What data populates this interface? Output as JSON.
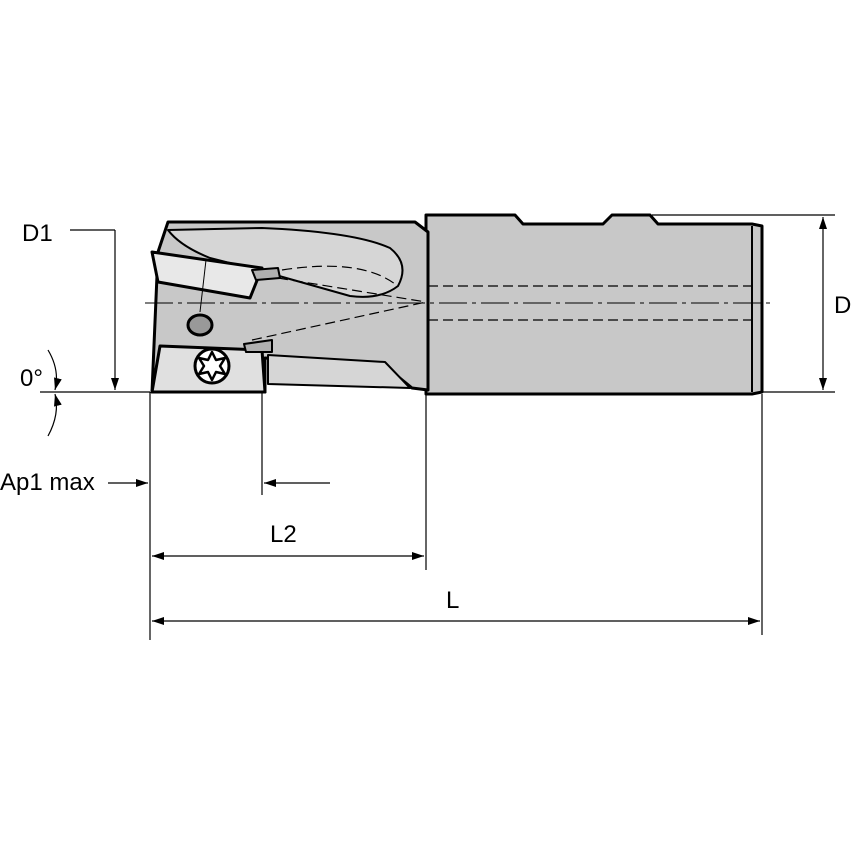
{
  "labels": {
    "d1": "D1",
    "d": "D",
    "angle": "0°",
    "ap1max": "Ap1 max",
    "l2": "L2",
    "l": "L"
  },
  "colors": {
    "body": "#c8c8c8",
    "outline": "#000000",
    "background": "#ffffff"
  }
}
